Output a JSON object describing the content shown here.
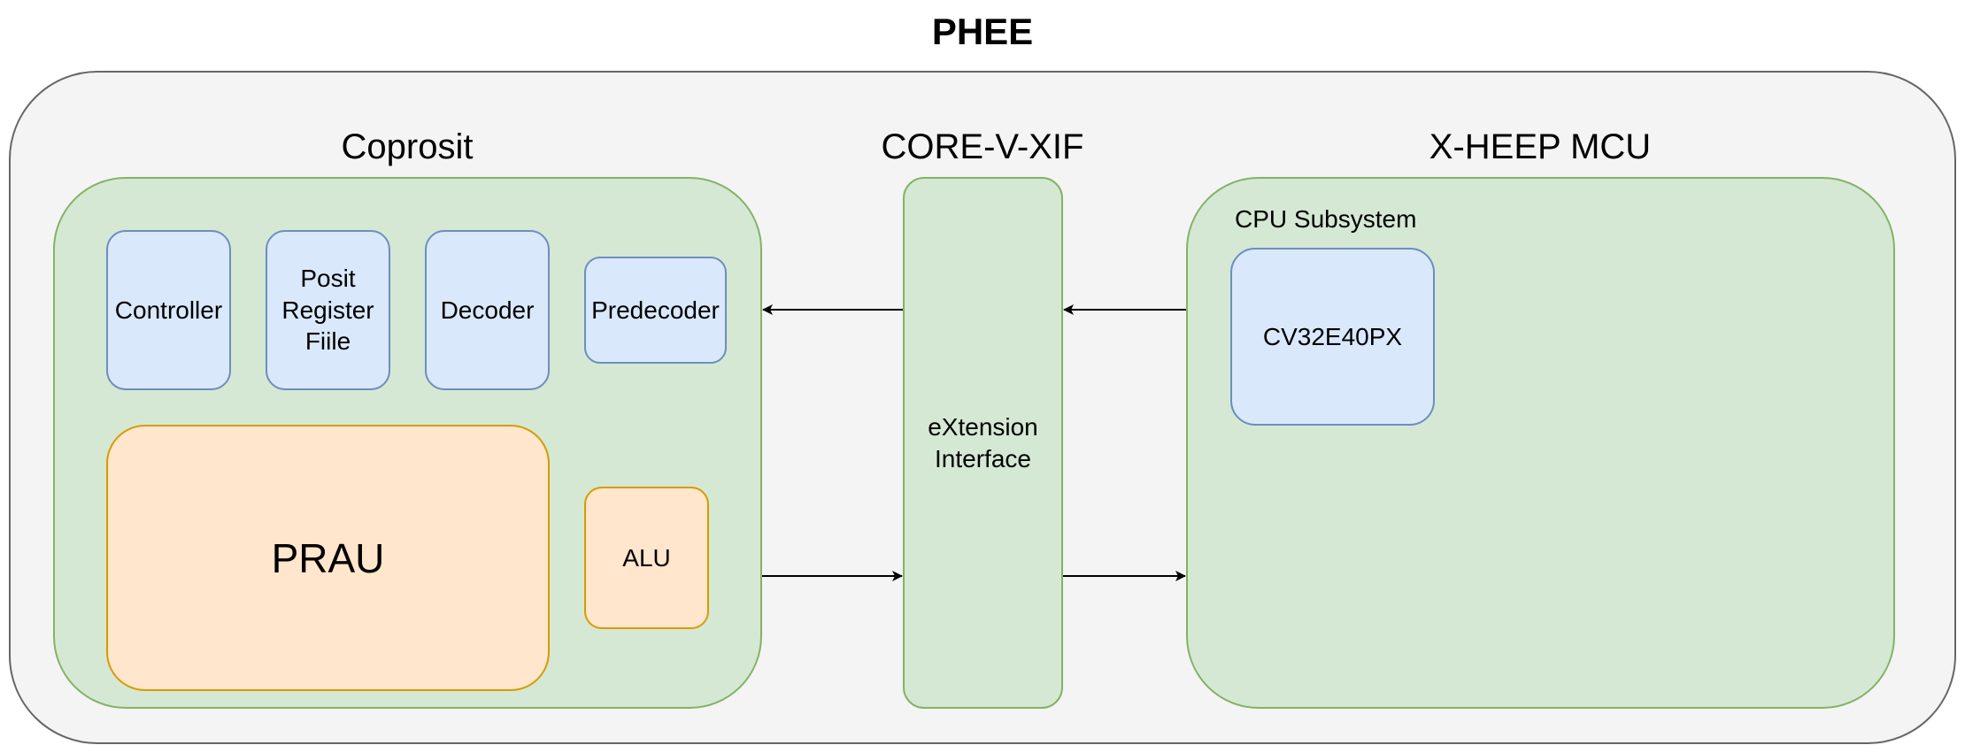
{
  "title": "PHEE",
  "coprosit": {
    "heading": "Coprosit",
    "blocks": {
      "controller": "Controller",
      "posit_register_file": "Posit\nRegister\nFiile",
      "decoder": "Decoder",
      "predecoder": "Predecoder",
      "prau": "PRAU",
      "alu": "ALU"
    }
  },
  "xif": {
    "heading": "CORE-V-XIF",
    "block": "eXtension\nInterface"
  },
  "xheep": {
    "heading": "X-HEEP MCU",
    "subsystem": "CPU Subsystem",
    "core": "CV32E40PX"
  },
  "colors": {
    "outer_fill": "#f4f4f4",
    "outer_stroke": "#666666",
    "green_fill": "#d5e8d4",
    "green_stroke": "#82b366",
    "blue_fill": "#dae8fc",
    "blue_stroke": "#6c8ebf",
    "orange_fill": "#ffe6cc",
    "orange_stroke": "#d79b00"
  }
}
